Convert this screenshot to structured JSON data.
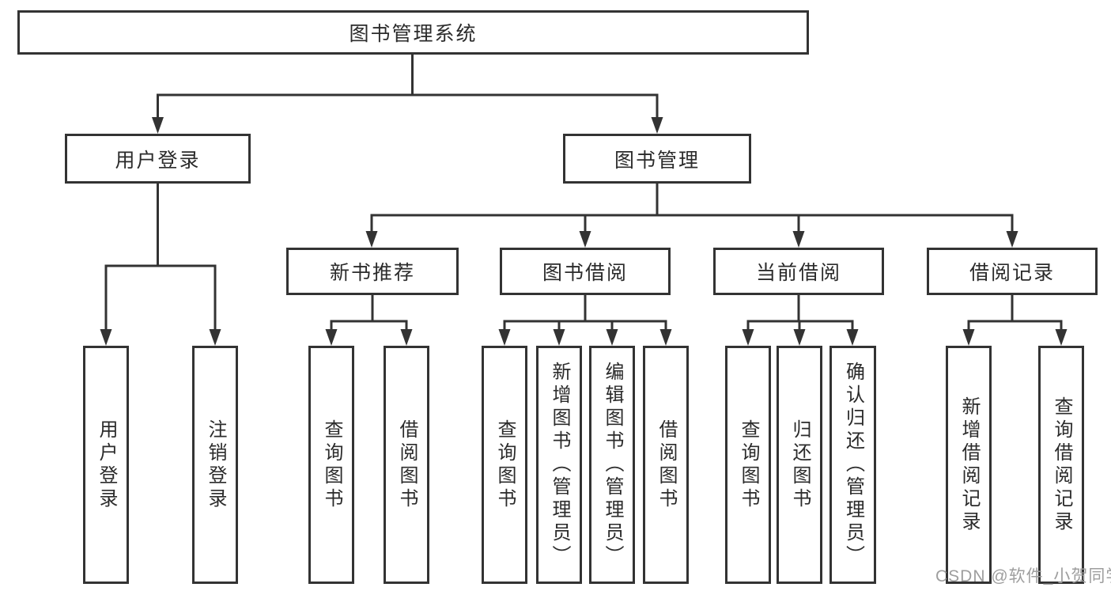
{
  "diagram": {
    "title": "图书管理系统",
    "tree": {
      "root": {
        "label": "图书管理系统"
      },
      "branches": [
        {
          "label": "用户登录",
          "children": [
            {
              "label": "用户登录"
            },
            {
              "label": "注销登录"
            }
          ]
        },
        {
          "label": "图书管理",
          "children": [
            {
              "label": "新书推荐",
              "children": [
                {
                  "label": "查询图书"
                },
                {
                  "label": "借阅图书"
                }
              ]
            },
            {
              "label": "图书借阅",
              "children": [
                {
                  "label": "查询图书"
                },
                {
                  "label": "新增图书（管理员）"
                },
                {
                  "label": "编辑图书（管理员）"
                },
                {
                  "label": "借阅图书"
                }
              ]
            },
            {
              "label": "当前借阅",
              "children": [
                {
                  "label": "查询图书"
                },
                {
                  "label": "归还图书"
                },
                {
                  "label": "确认归还（管理员）"
                }
              ]
            },
            {
              "label": "借阅记录",
              "children": [
                {
                  "label": "新增借阅记录"
                },
                {
                  "label": "查询借阅记录"
                }
              ]
            }
          ]
        }
      ]
    },
    "watermark": "CSDN @软件_小贺同学",
    "colors": {
      "line": "#333333",
      "text": "#2b2b2b",
      "background": "#ffffff",
      "watermark": "#9e9e9e"
    }
  }
}
